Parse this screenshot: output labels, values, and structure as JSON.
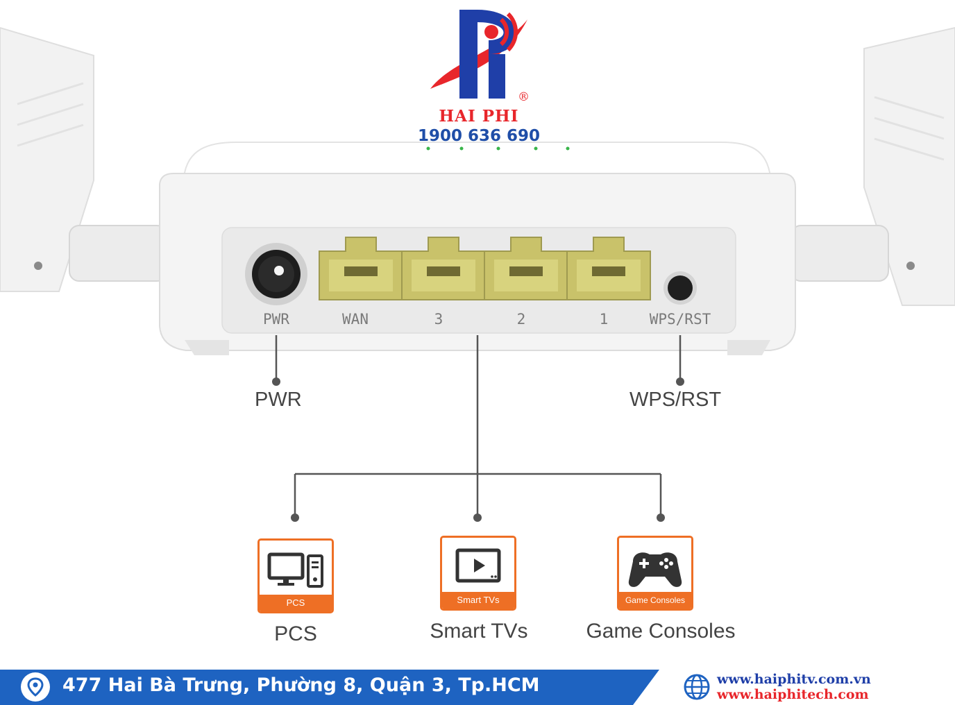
{
  "brand": {
    "name": "HAI PHI",
    "registered": "®",
    "phone": "1900 636 690"
  },
  "router": {
    "ports": [
      {
        "id": "pwr",
        "label": "PWR"
      },
      {
        "id": "wan",
        "label": "WAN"
      },
      {
        "id": "lan3",
        "label": "3"
      },
      {
        "id": "lan2",
        "label": "2"
      },
      {
        "id": "lan1",
        "label": "1"
      },
      {
        "id": "wps",
        "label": "WPS/RST"
      }
    ]
  },
  "callouts": {
    "power": "PWR",
    "wps_reset": "WPS/RST"
  },
  "devices": [
    {
      "id": "pcs",
      "band": "PCS",
      "caption": "PCS"
    },
    {
      "id": "smart-tvs",
      "band": "Smart TVs",
      "caption": "Smart TVs"
    },
    {
      "id": "game-consoles",
      "band": "Game Consoles",
      "caption": "Game Consoles"
    }
  ],
  "footer": {
    "address": "477 Hai Bà Trưng, Phường 8, Quận 3, Tp.HCM",
    "website_1": "www.haiphitv.com.vn",
    "website_2": "www.haiphitech.com"
  },
  "colors": {
    "accent_orange": "#ee6f25",
    "brand_blue": "#1e63c1",
    "brand_red": "#e8262b",
    "port_yellow": "#c9c26a"
  },
  "icons": [
    "pin-icon",
    "globe-icon",
    "monitor-icon",
    "tv-play-icon",
    "gamepad-icon"
  ]
}
